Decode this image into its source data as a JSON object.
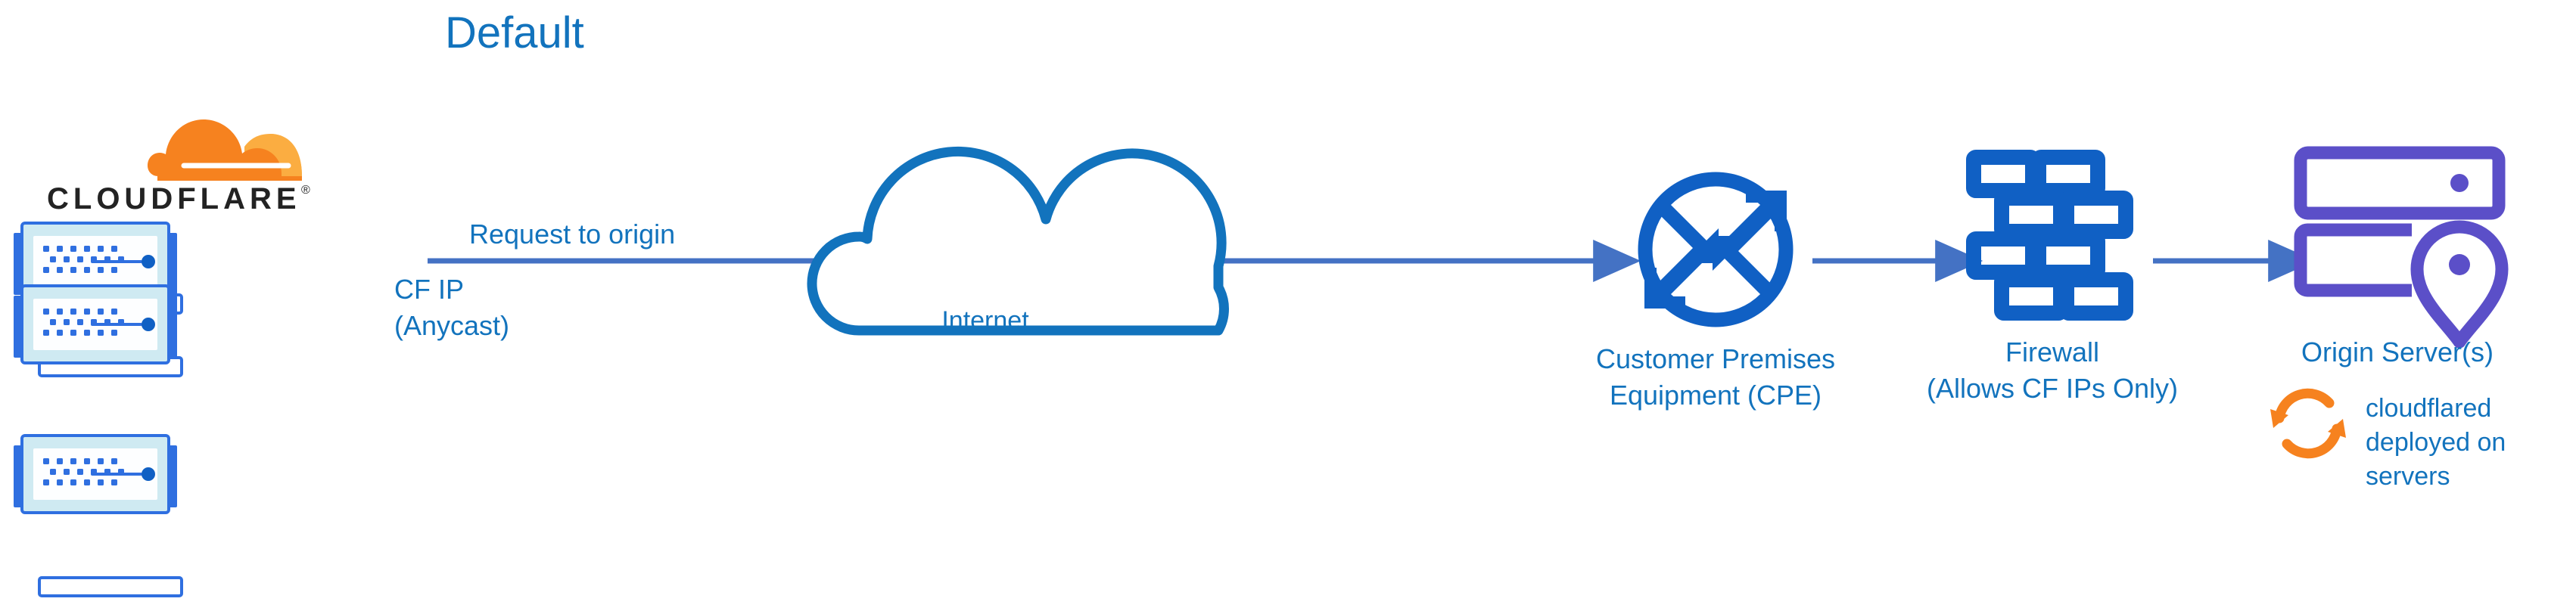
{
  "title": "Default",
  "colors": {
    "label_blue": "#1273bd",
    "arrow_blue": "#4472c4",
    "icon_blue": "#1060c4",
    "device_blue": "#2f6fe0",
    "device_fill": "#cfeaf2",
    "origin_purple": "#5b4fc8",
    "cloudflare_orange": "#f6821f",
    "cloudflare_orange_light": "#fbad41",
    "wordmark_black": "#232323"
  },
  "brand": {
    "wordmark": "CLOUDFLARE",
    "registered_mark": "®",
    "logo_icon": "cloudflare-cloud-logo"
  },
  "flow": {
    "request_label": "Request to origin",
    "source_label_line1": "CF IP",
    "source_label_line2": "(Anycast)"
  },
  "nodes": [
    {
      "id": "cloudflare-edge",
      "icon": "server-stack-icon",
      "count": 3
    },
    {
      "id": "internet",
      "icon": "cloud-icon",
      "label": "Internet"
    },
    {
      "id": "cpe",
      "icon": "router-icon",
      "label_line1": "Customer Premises",
      "label_line2": "Equipment (CPE)"
    },
    {
      "id": "firewall",
      "icon": "brick-wall-icon",
      "label_line1": "Firewall",
      "label_line2": "(Allows CF IPs Only)"
    },
    {
      "id": "origin-server",
      "icon": "server-pin-icon",
      "label": "Origin Server(s)"
    }
  ],
  "annotation": {
    "icon": "sync-refresh-icon",
    "line1": "cloudflared",
    "line2": "deployed on",
    "line3": "servers"
  }
}
